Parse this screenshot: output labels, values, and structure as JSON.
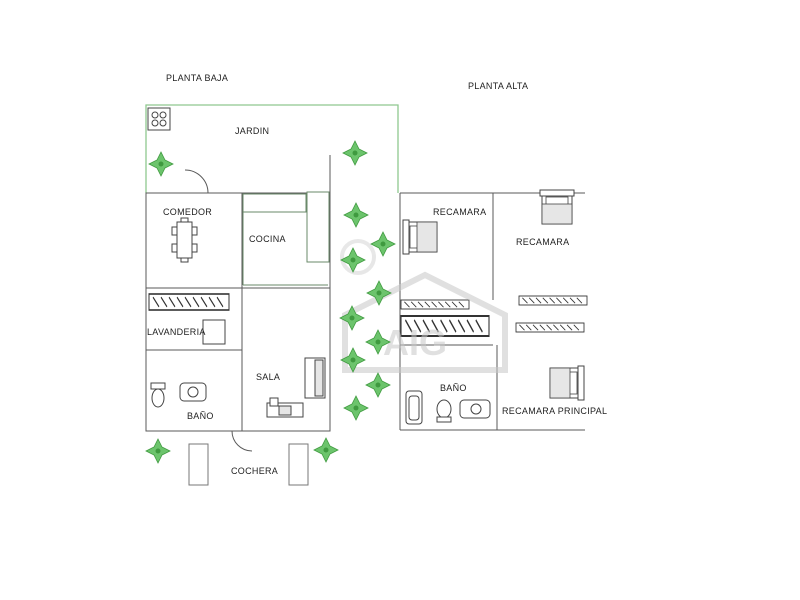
{
  "floors": {
    "ground": "PLANTA BAJA",
    "upper": "PLANTA ALTA"
  },
  "rooms": {
    "jardin": "JARDIN",
    "comedor": "COMEDOR",
    "cocina": "COCINA",
    "lavanderia": "LAVANDERIA",
    "sala": "SALA",
    "bano_bajo": "BAÑO",
    "cochera": "COCHERA",
    "recamara_1": "RECAMARA",
    "recamara_2": "RECAMARA",
    "bano_alto": "BAÑO",
    "recamara_principal": "RECAMARA PRINCIPAL"
  },
  "watermark": "AIG",
  "colors": {
    "wall": "#5a5a5a",
    "garden_wall": "#8fc88f",
    "plant": "#6cc46c",
    "plant_dark": "#3f9a3f",
    "watermark": "#c8c8c8"
  },
  "icons": {
    "plant": "plant-icon",
    "grill": "stove-icon"
  }
}
